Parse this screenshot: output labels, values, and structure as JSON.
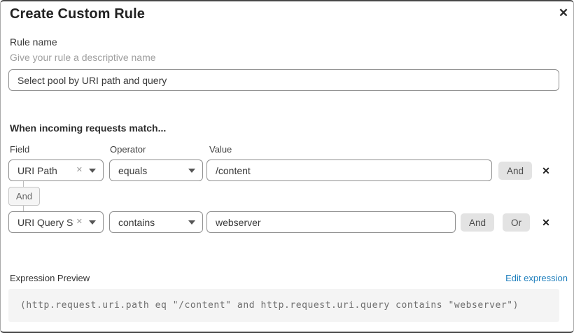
{
  "dialog": {
    "title": "Create Custom Rule"
  },
  "icons": {
    "close": "✕",
    "remove": "✕",
    "clear": "✕"
  },
  "rule_name": {
    "label": "Rule name",
    "helper": "Give your rule a descriptive name",
    "value": "Select pool by URI path and query"
  },
  "match": {
    "header": "When incoming requests match...",
    "columns": {
      "field": "Field",
      "operator": "Operator",
      "value": "Value"
    },
    "connector_label": "And",
    "rows": [
      {
        "field": "URI Path",
        "operator": "equals",
        "value": "/content",
        "and_label": "And"
      },
      {
        "field": "URI Query St...",
        "operator": "contains",
        "value": "webserver",
        "and_label": "And",
        "or_label": "Or"
      }
    ]
  },
  "expression": {
    "label": "Expression Preview",
    "edit_link": "Edit expression",
    "code": "(http.request.uri.path eq \"/content\" and http.request.uri.query contains \"webserver\")"
  },
  "colors": {
    "link": "#1f7fbd",
    "button_bg": "#e3e3e3",
    "code_bg": "#f4f4f4"
  }
}
